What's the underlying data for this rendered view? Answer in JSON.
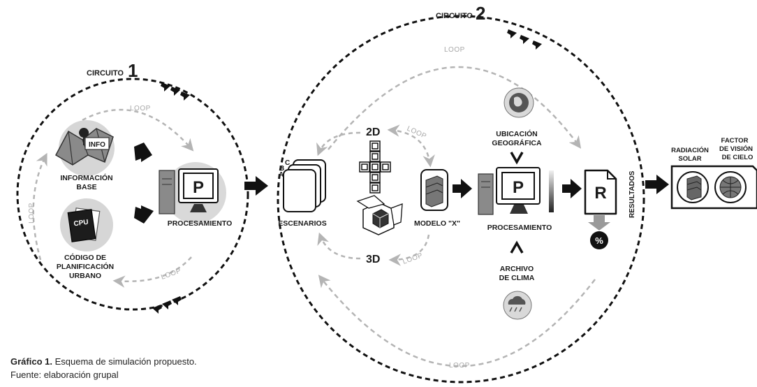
{
  "circuit1": {
    "title": "CIRCUITO",
    "number": "1",
    "loop_top": "LOOP",
    "loop_left": "LOOP",
    "loop_bottom": "LOOP",
    "info_label": "INFO",
    "info_base_line1": "INFORMACIÓN",
    "info_base_line2": "BASE",
    "cpu_label": "CPU",
    "code_line1": "CÓDIGO DE",
    "code_line2": "PLANIFICACIÓN",
    "code_line3": "URBANO",
    "processing_letter": "P",
    "processing_label": "PROCESAMIENTO"
  },
  "circuit2": {
    "title": "CIRCUITO",
    "number": "2",
    "loop_top": "LOOP",
    "loop_bottom": "LOOP",
    "loop_2d": "LOOP",
    "loop_3d": "LOOP",
    "scenario_letters": [
      "A",
      "B",
      "C"
    ],
    "scenarios_label": "ESCENARIOS",
    "label_2d": "2D",
    "label_3d": "3D",
    "model_label": "MODELO \"X\"",
    "location_line1": "UBICACIÓN",
    "location_line2": "GEOGRÁFICA",
    "processing_letter": "P",
    "processing_label": "PROCESAMIENTO",
    "climate_line1": "ARCHIVO",
    "climate_line2": "DE CLIMA",
    "result_letter": "R",
    "percent": "%",
    "results_label": "RESULTADOS"
  },
  "outputs": {
    "radiation_line1": "RADIACIÓN",
    "radiation_line2": "SOLAR",
    "skyview_line1": "FACTOR",
    "skyview_line2": "DE VISIÓN",
    "skyview_line3": "DE CIELO"
  },
  "caption": {
    "bold": "Gráfico 1.",
    "text": "Esquema de simulación propuesto.",
    "source": "Fuente: elaboración grupal"
  }
}
